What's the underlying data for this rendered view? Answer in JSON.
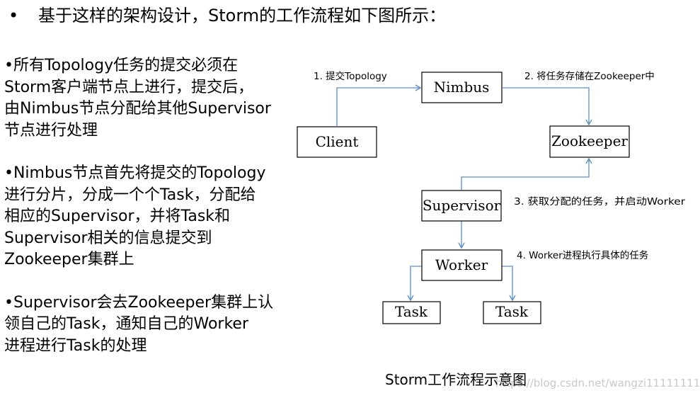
{
  "header": {
    "bullet": "•",
    "text": "基于这样的架构设计，Storm的工作流程如下图所示："
  },
  "paragraphs": [
    {
      "lines": [
        "•所有Topology任务的提交必须在",
        "Storm客户端节点上进行，提交后，",
        "由Nimbus节点分配给其他Supervisor",
        "节点进行处理"
      ]
    },
    {
      "lines": [
        "•Nimbus节点首先将提交的Topology",
        "进行分片，分成一个个Task，分配给",
        "相应的Supervisor，并将Task和",
        "Supervisor相关的信息提交到",
        "Zookeeper集群上"
      ]
    },
    {
      "lines": [
        "•Supervisor会去Zookeeper集群上认",
        "领自己的Task，通知自己的Worker",
        "进程进行Task的处理"
      ]
    }
  ],
  "diagram": {
    "nodes": {
      "client": "Client",
      "nimbus": "Nimbus",
      "zookeeper": "Zookeeper",
      "supervisor": "Supervisor",
      "worker": "Worker",
      "task1": "Task",
      "task2": "Task"
    },
    "edges": {
      "step1": "1. 提交Topology",
      "step2": "2. 将任务存储在Zookeeper中",
      "step3": "3. 获取分配的任务，并启动Worker",
      "step4": "4. Worker进程执行具体的任务"
    },
    "colors": {
      "arrow": "#5b8dc9",
      "box_border": "#000000"
    }
  },
  "caption": "Storm工作流程示意图",
  "watermark": "https://blog.csdn.net/wangzi11111111"
}
